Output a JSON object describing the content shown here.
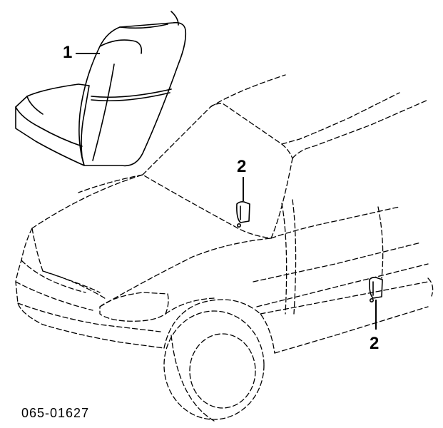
{
  "callouts": {
    "seat": "1",
    "sensor_upper": "2",
    "sensor_lower": "2"
  },
  "drawing_number": "065-01627"
}
